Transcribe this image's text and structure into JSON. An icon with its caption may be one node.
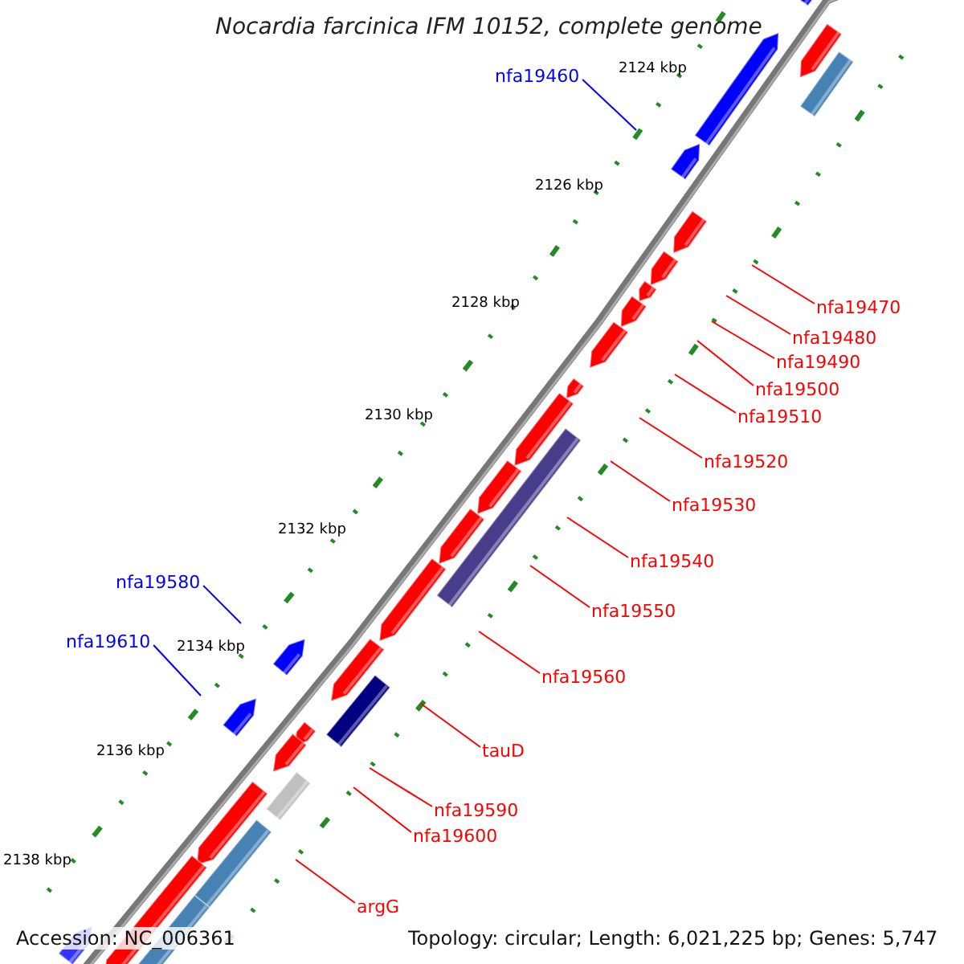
{
  "diagram": {
    "title": "Nocardia farcinica IFM 10152, complete genome",
    "nodes": [
      {
        "text": [
          "nfa19460"
        ]
      },
      {
        "text": [
          "nfa19470"
        ]
      },
      {
        "text": [
          "nfa19480"
        ]
      },
      {
        "text": [
          "nfa19490"
        ]
      },
      {
        "text": [
          "nfa19500"
        ]
      },
      {
        "text": [
          "nfa19510"
        ]
      },
      {
        "text": [
          "nfa19520"
        ]
      },
      {
        "text": [
          "nfa19530"
        ]
      },
      {
        "text": [
          "nfa19540"
        ]
      },
      {
        "text": [
          "nfa19580"
        ]
      },
      {
        "text": [
          "nfa19550"
        ]
      },
      {
        "text": [
          "nfa19610"
        ]
      },
      {
        "text": [
          "nfa19560"
        ]
      },
      {
        "text": [
          "tauD"
        ]
      },
      {
        "text": [
          "nfa19590"
        ]
      },
      {
        "text": [
          "nfa19600"
        ]
      },
      {
        "text": [
          "argG"
        ]
      }
    ],
    "edges": [
      {
        "from": 0,
        "to": null,
        "arrow": "none",
        "color": "#0000ff"
      },
      {
        "from": 1,
        "to": null,
        "arrow": "none"
      },
      {
        "from": 2,
        "to": null,
        "arrow": "none"
      },
      {
        "from": 3,
        "to": null,
        "arrow": "none"
      },
      {
        "from": 4,
        "to": null,
        "arrow": "none"
      },
      {
        "from": 5,
        "to": null,
        "arrow": "none"
      },
      {
        "from": 6,
        "to": null,
        "arrow": "none"
      },
      {
        "from": 7,
        "to": null,
        "arrow": "none"
      },
      {
        "from": 8,
        "to": null,
        "arrow": "none"
      },
      {
        "from": 9,
        "to": null,
        "arrow": "none",
        "color": "#0000ff"
      },
      {
        "from": 10,
        "to": null,
        "arrow": "none"
      },
      {
        "from": 11,
        "to": null,
        "arrow": "none",
        "color": "#0000ff"
      },
      {
        "from": 12,
        "to": null,
        "arrow": "none"
      },
      {
        "from": 13,
        "to": null,
        "arrow": "none"
      },
      {
        "from": 14,
        "to": null,
        "arrow": "none"
      },
      {
        "from": 15,
        "to": null,
        "arrow": "none"
      },
      {
        "from": 16,
        "to": null,
        "arrow": "none"
      }
    ],
    "labels": [
      "2124 kbp",
      "2126 kbp",
      "2128 kbp",
      "2130 kbp",
      "2132 kbp",
      "2134 kbp",
      "2136 kbp",
      "2138 kbp",
      "Accession: NC_006361",
      "Topology: circular; Length: 6,021,225 bp; Genes: 5,747"
    ]
  }
}
